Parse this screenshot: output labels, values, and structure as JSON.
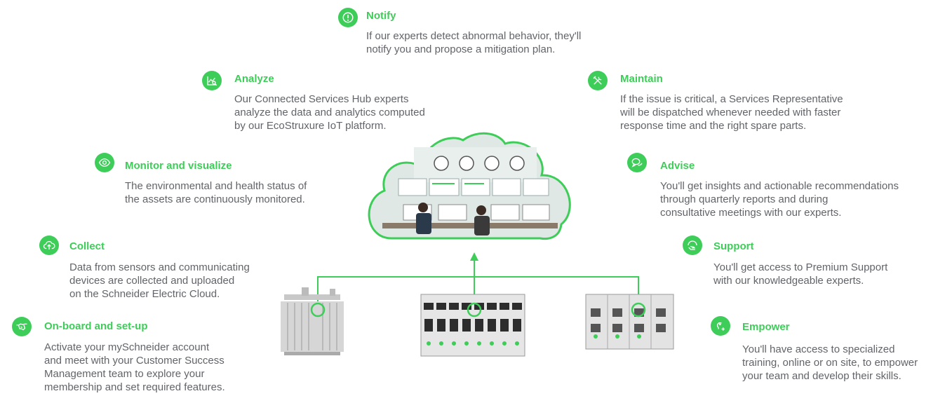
{
  "colors": {
    "accent": "#3dcd58",
    "text": "#626469",
    "line": "#3dcd58"
  },
  "steps": {
    "notify": {
      "icon": "alert-icon",
      "title": "Notify",
      "desc": "If our experts detect abnormal behavior, they'll\nnotify you and propose a mitigation plan."
    },
    "analyze": {
      "icon": "chart-analyze-icon",
      "title": "Analyze",
      "desc": "Our Connected Services Hub experts\nanalyze the data and analytics computed\nby our EcoStruxure IoT platform."
    },
    "maintain": {
      "icon": "tools-icon",
      "title": "Maintain",
      "desc": "If the issue is critical, a Services Representative\nwill be dispatched whenever needed with faster\nresponse time and the right spare parts."
    },
    "monitor": {
      "icon": "eye-icon",
      "title": "Monitor and visualize",
      "desc": "The environmental and health status of\nthe assets are continuously monitored."
    },
    "advise": {
      "icon": "chat-bubbles-icon",
      "title": "Advise",
      "desc": "You'll get insights and actionable recommendations\nthrough quarterly reports and during\nconsultative meetings with our experts."
    },
    "collect": {
      "icon": "cloud-upload-icon",
      "title": "Collect",
      "desc": "Data from sensors and communicating\ndevices are collected and uploaded\non the Schneider Electric Cloud."
    },
    "support": {
      "icon": "support-hand-icon",
      "title": "Support",
      "desc": "You'll get access to Premium Support\nwith our knowledgeable experts."
    },
    "onboard": {
      "icon": "handshake-icon",
      "title": "On-board and set-up",
      "desc": "Activate your mySchneider account\nand meet with your Customer Success\nManagement team to explore your\nmembership and set required features."
    },
    "empower": {
      "icon": "person-plus-icon",
      "title": "Empower",
      "desc": "You'll have access to specialized\ntraining, online or on site, to empower\nyour team and develop their skills."
    }
  }
}
